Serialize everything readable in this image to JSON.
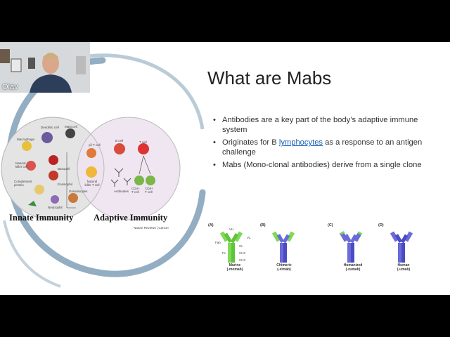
{
  "slide": {
    "title": "What are Mabs",
    "bullets": [
      {
        "text": "Antibodies are a key part of the body’s adaptive immune system"
      },
      {
        "before": "Originates for B ",
        "link": "lymphocytes",
        "after": " as a response to an antigen challenge"
      },
      {
        "text": "Mabs (Mono-clonal antibodies) derive from a single clone"
      }
    ],
    "bullet_glyph": "•"
  },
  "venn": {
    "left_label": "Innate Immunity",
    "right_label": "Adaptive Immunity",
    "credit": "Nature Reviews | Cancer",
    "cells": {
      "dendritic": "Dendritic cell",
      "mast": "Mast cell",
      "macrophage": "Macrophage",
      "nk": "Natural killer cell",
      "basophil": "Basophil",
      "complement": "Complement protein",
      "eosinophil": "Eosinophil",
      "granulocytes": "Granulocytes",
      "neutrophil": "Neutrophil",
      "gdt": "γδ T cell",
      "nkt": "Natural killer T cell",
      "bcell": "B cell",
      "antibodies": "Antibodies",
      "tcell": "T cell",
      "cd4": "CD4+ T cell",
      "cd8": "CD8+ T cell"
    }
  },
  "antibodies": [
    {
      "letter": "(A)",
      "name": "Murine",
      "suffix": "(-momab)"
    },
    {
      "letter": "(B)",
      "name": "Chimeric",
      "suffix": "(-ximab)"
    },
    {
      "letter": "(C)",
      "name": "Humanized",
      "suffix": "(-zumab)"
    },
    {
      "letter": "(D)",
      "name": "Human",
      "suffix": "(-umab)"
    }
  ],
  "antibody_labels": {
    "vh": "VH",
    "vl": "VL",
    "cl": "CL",
    "fab": "Fab",
    "fc": "Fc",
    "ch2": "CH2",
    "ch3": "CH3"
  },
  "participant": {
    "name": "Olav"
  },
  "colors": {
    "murine": "#7ed957",
    "human": "#5b5bd6",
    "innate": "#dcdcdc",
    "adaptive": "#e6dcea"
  }
}
